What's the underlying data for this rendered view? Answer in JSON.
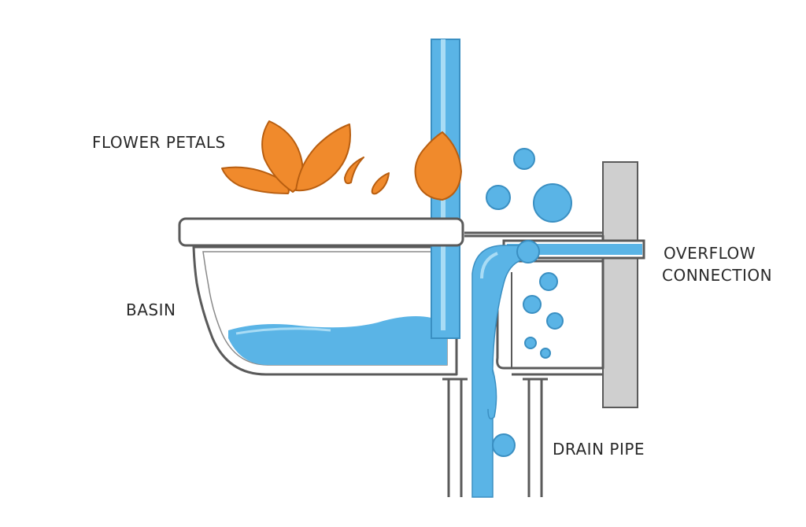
{
  "labels": {
    "flower_petals": "FLOWER PETALS",
    "basin": "BASIN",
    "overflow_line1": "OVERFLOW",
    "overflow_line2": "CONNECTION",
    "drain_pipe": "DRAIN PIPE"
  },
  "colors": {
    "water": "#5ab4e6",
    "water_light": "#a9dcf5",
    "pipe_stroke": "#5a5a5a",
    "pipe_fill": "#ffffff",
    "wall": "#cfcfcf",
    "petal": "#f08a2c",
    "petal_stroke": "#b85e10",
    "text": "#2a2a2a"
  }
}
